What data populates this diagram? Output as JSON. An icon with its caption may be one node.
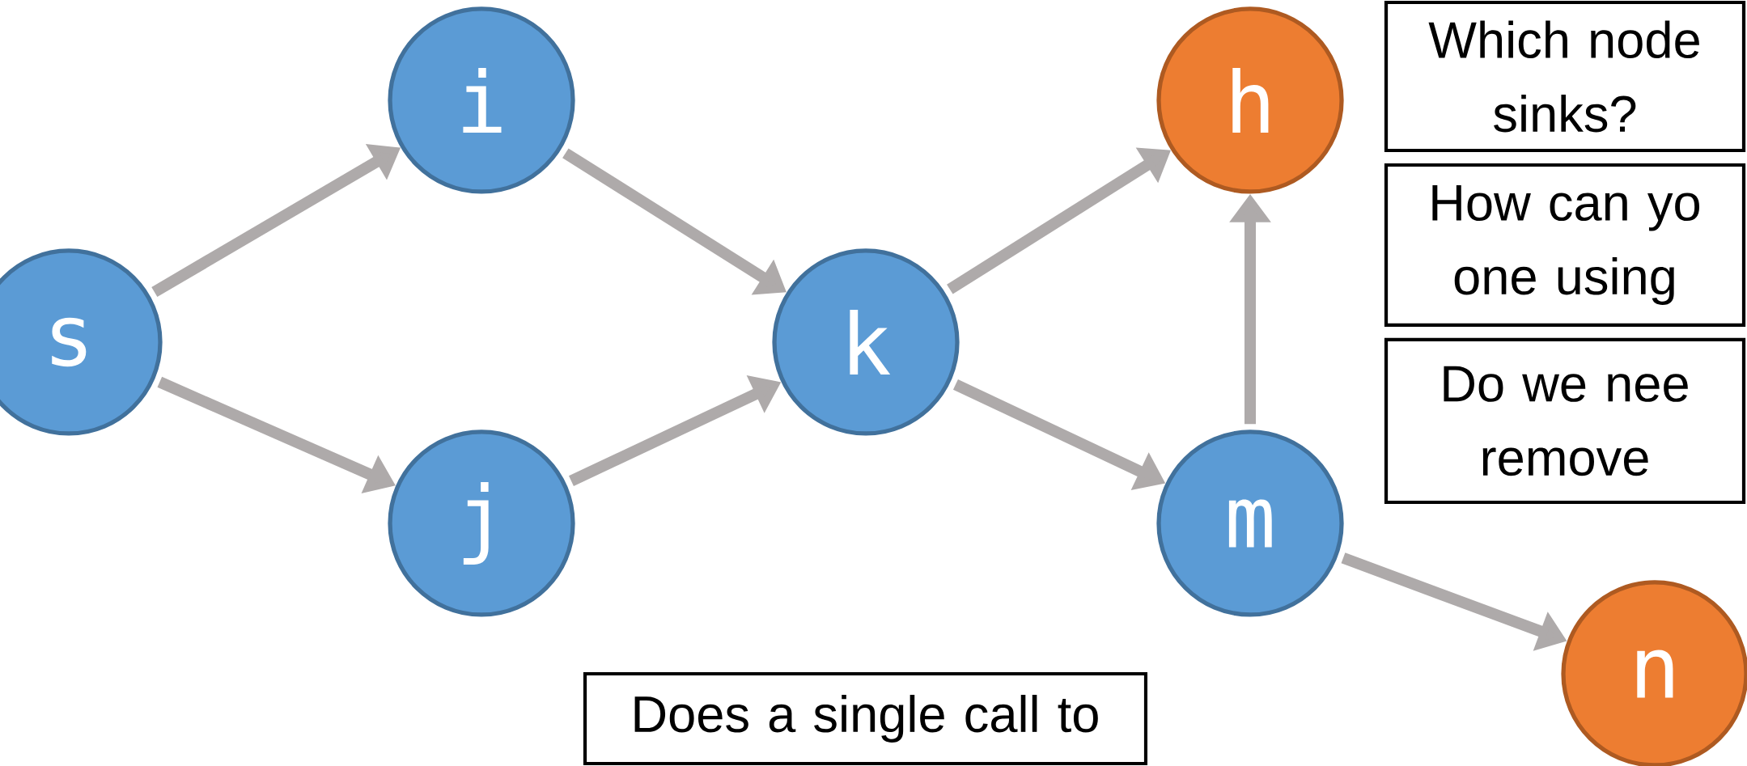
{
  "diagram": {
    "nodes": [
      {
        "text": [
          "s"
        ]
      },
      {
        "text": [
          "i"
        ]
      },
      {
        "text": [
          "j"
        ]
      },
      {
        "text": [
          "k"
        ]
      },
      {
        "text": [
          "h"
        ]
      },
      {
        "text": [
          "m"
        ]
      },
      {
        "text": [
          "n"
        ]
      },
      {
        "text": [
          "Which node sinks?"
        ]
      },
      {
        "text": [
          "How can yo one using"
        ]
      },
      {
        "text": [
          "Do we nee remove"
        ]
      },
      {
        "text": [
          "Does a single call to"
        ]
      }
    ],
    "edges": [
      {
        "from": 0,
        "to": 1,
        "arrow": "to"
      },
      {
        "from": 0,
        "to": 2,
        "arrow": "to"
      },
      {
        "from": 1,
        "to": 3,
        "arrow": "to"
      },
      {
        "from": 2,
        "to": 3,
        "arrow": "to"
      },
      {
        "from": 3,
        "to": 4,
        "arrow": "to"
      },
      {
        "from": 3,
        "to": 5,
        "arrow": "to"
      },
      {
        "from": 5,
        "to": 4,
        "arrow": "to"
      },
      {
        "from": 5,
        "to": 6,
        "arrow": "to"
      }
    ]
  }
}
